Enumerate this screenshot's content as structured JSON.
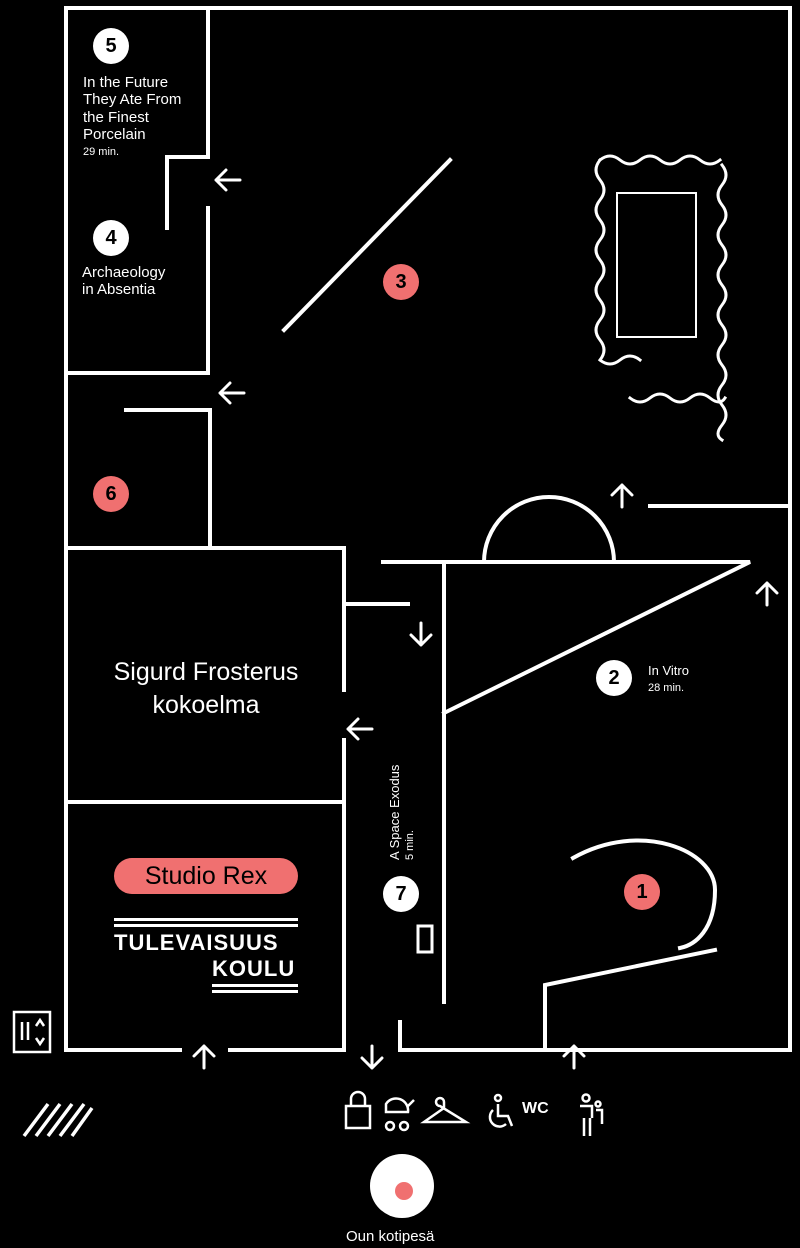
{
  "rooms": [
    {
      "id": "1",
      "marker": "1",
      "style": "highlight"
    },
    {
      "id": "2",
      "marker": "2",
      "title": "In Vitro",
      "duration": "28 min."
    },
    {
      "id": "3",
      "marker": "3",
      "style": "highlight"
    },
    {
      "id": "4",
      "marker": "4",
      "title_line1": "Archaeology",
      "title_line2": "in Absentia"
    },
    {
      "id": "5",
      "marker": "5",
      "title_line1": "In the Future",
      "title_line2": "They Ate From",
      "title_line3": "the Finest",
      "title_line4": "Porcelain",
      "duration": "29 min."
    },
    {
      "id": "6",
      "marker": "6",
      "style": "highlight"
    },
    {
      "id": "7",
      "marker": "7",
      "title": "A Space Exodus",
      "duration": "5 min."
    }
  ],
  "collection": {
    "line1": "Sigurd Frosterus",
    "line2": "kokoelma"
  },
  "studio": {
    "label": "Studio Rex"
  },
  "logo": {
    "line1": "TULEVAISUUS",
    "line2": "KOULU"
  },
  "facilities": {
    "wc_label": "WC"
  },
  "home_room": {
    "label": "Oun kotipesä"
  },
  "colors": {
    "background": "#000000",
    "lines": "#ffffff",
    "highlight": "#f07070"
  },
  "icons": [
    "lock-icon",
    "stroller-icon",
    "hanger-icon",
    "accessible-icon",
    "family-icon",
    "elevator-icon",
    "stairs-icon",
    "arrow-left-icon",
    "arrow-up-icon",
    "arrow-down-icon"
  ]
}
